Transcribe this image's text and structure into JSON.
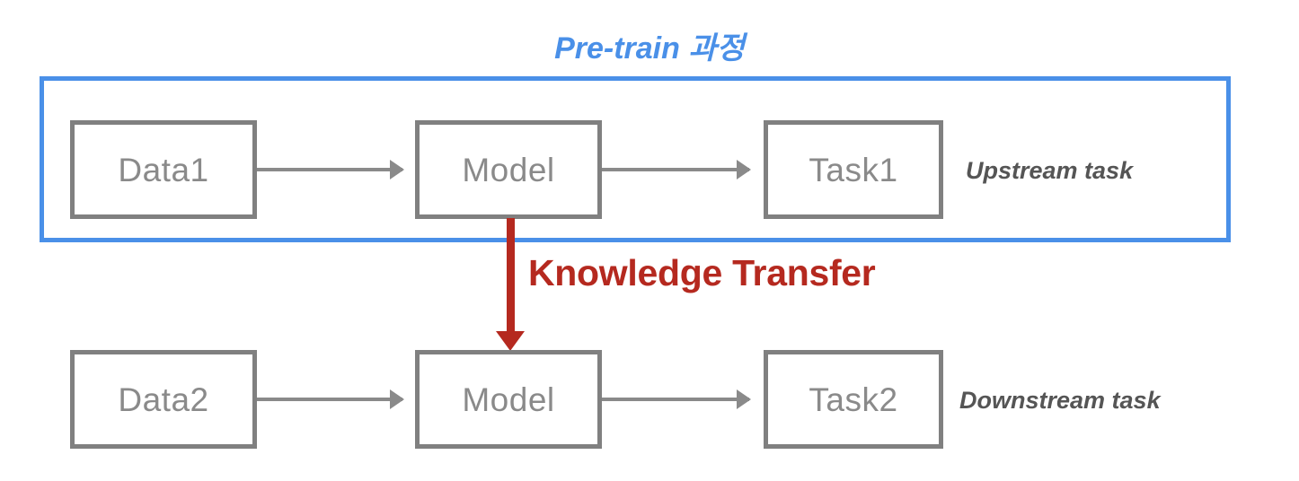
{
  "title": "Pre-train 과정",
  "colors": {
    "accent_blue": "#4a90e8",
    "box_gray": "#808080",
    "text_gray": "#8a8a8a",
    "label_gray": "#555555",
    "transfer_red": "#b5291f"
  },
  "upstream": {
    "frame_label": "Pre-train 과정",
    "side_label": "Upstream task",
    "nodes": [
      {
        "name": "data1",
        "label": "Data1"
      },
      {
        "name": "model1",
        "label": "Model"
      },
      {
        "name": "task1",
        "label": "Task1"
      }
    ]
  },
  "downstream": {
    "side_label": "Downstream task",
    "nodes": [
      {
        "name": "data2",
        "label": "Data2"
      },
      {
        "name": "model2",
        "label": "Model"
      },
      {
        "name": "task2",
        "label": "Task2"
      }
    ]
  },
  "transfer": {
    "label": "Knowledge Transfer",
    "direction": "downward",
    "from": "Model (upstream)",
    "to": "Model (downstream)"
  },
  "icons": {
    "arrow_right": "arrow-right-icon",
    "arrow_down": "arrow-down-icon"
  }
}
